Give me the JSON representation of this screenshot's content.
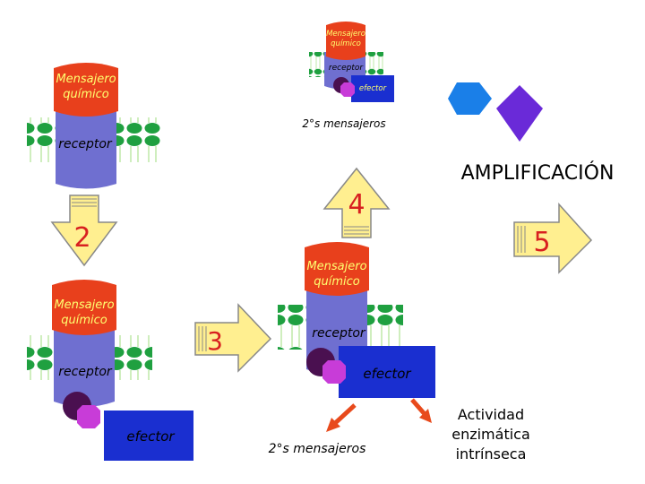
{
  "colors": {
    "messenger": "#e8401c",
    "receptor": "#6f6fd0",
    "effector": "#1a2fd0",
    "membrane_head": "#1fa040",
    "arrow_fill": "#ffef90",
    "arrow_outline": "#888888",
    "molecule_blue": "#1a7fe8",
    "molecule_violet": "#6a2ad8",
    "subunit_dark": "#4a1050",
    "subunit_magenta": "#c83cd8",
    "output_arrow": "#e84a1c"
  },
  "labels": {
    "mensajero_1": "Mensajero",
    "mensajero_2": "químico",
    "receptor": "receptor",
    "efector": "efector",
    "segundos_mensajeros": "2°s mensajeros",
    "amplificacion": "AMPLIFICACIÓN",
    "actividad_1": "Actividad",
    "actividad_2": "enzimática",
    "actividad_3": "intrínseca"
  },
  "steps": {
    "two": "2",
    "three": "3",
    "four": "4",
    "five": "5"
  }
}
